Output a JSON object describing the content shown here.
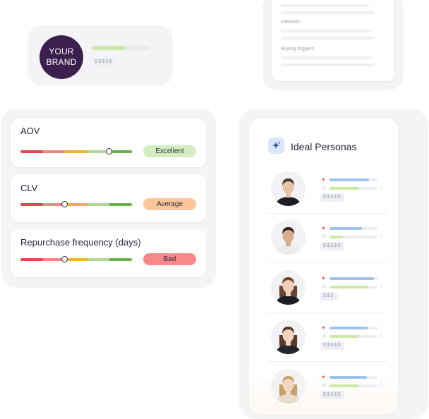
{
  "brand": {
    "logo_text": "YOUR BRAND",
    "price_tier": "$$$$$",
    "bar_fill_fraction": 0.6
  },
  "profile_card": {
    "interests_label": "Interests",
    "buying_triggers_label": "Buying triggers"
  },
  "metrics": [
    {
      "title": "AOV",
      "rating": "Excellent",
      "rating_color": "#d3ecc2",
      "knob_fraction": 0.8
    },
    {
      "title": "CLV",
      "rating": "Average",
      "rating_color": "#fbc79a",
      "knob_fraction": 0.4
    },
    {
      "title": "Repurchase frequency (days)",
      "rating": "Bad",
      "rating_color": "#f8898b",
      "knob_fraction": 0.4
    }
  ],
  "personas": {
    "title": "Ideal Personas",
    "items": [
      {
        "name": "persona-1",
        "price": "$$$$$",
        "love_fraction": 0.82,
        "energy_fraction": 0.62,
        "hair": "#4a3a30",
        "skin": "#e8c4a7",
        "shirt": "#1d1f24",
        "long_hair": false
      },
      {
        "name": "persona-2",
        "price": "$$$$$",
        "love_fraction": 0.68,
        "energy_fraction": 0.28,
        "hair": "#2e2620",
        "skin": "#d9ad8c",
        "shirt": "#ececec",
        "long_hair": false
      },
      {
        "name": "persona-3",
        "price": "$$$",
        "love_fraction": 0.92,
        "energy_fraction": 0.82,
        "hair": "#6b4530",
        "skin": "#f1d0b9",
        "shirt": "#1d1f24",
        "long_hair": true
      },
      {
        "name": "persona-4",
        "price": "$$$$$",
        "love_fraction": 0.8,
        "energy_fraction": 0.62,
        "hair": "#5a3a2a",
        "skin": "#f2d3bd",
        "shirt": "#24262b",
        "long_hair": true
      },
      {
        "name": "persona-5",
        "price": "$$$$$",
        "love_fraction": 0.78,
        "energy_fraction": 0.62,
        "hair": "#c9a06a",
        "skin": "#f3d6c2",
        "shirt": "#e8dccd",
        "long_hair": true
      }
    ]
  },
  "colors": {
    "accent_blue": "#9cc4ee",
    "accent_green": "#cfe8a8",
    "heart": "#e66a6a"
  },
  "icons": {
    "heart": "♥",
    "sun": "✳",
    "moon": "☾",
    "sparkle": "sparkle-icon"
  }
}
